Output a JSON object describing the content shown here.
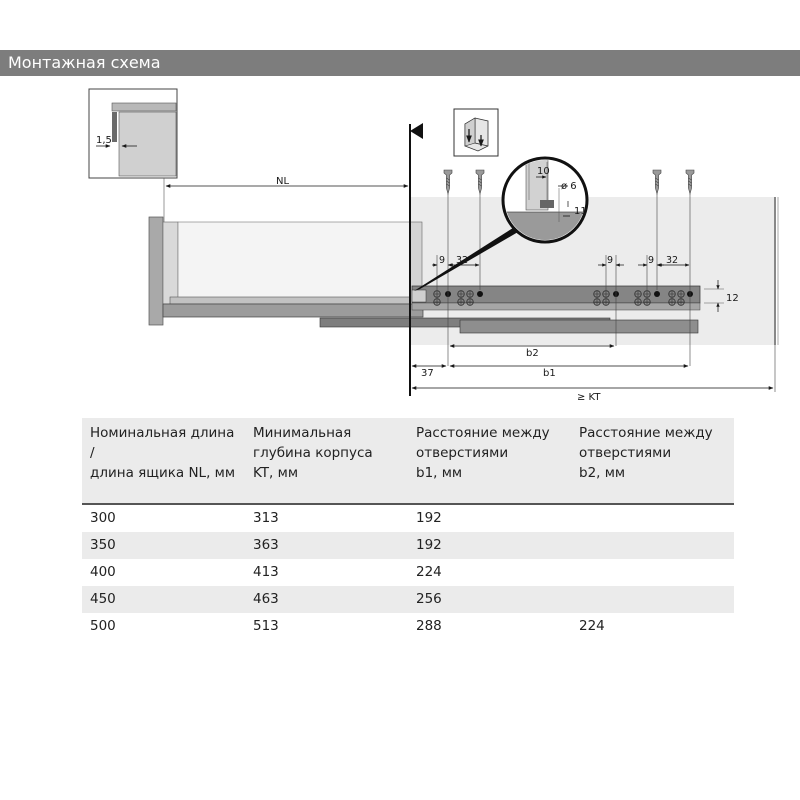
{
  "header": {
    "title": "Монтажная схема"
  },
  "diagram": {
    "labels": {
      "inset_gap": "1,5",
      "nl": "NL",
      "pitch_left_a": "9",
      "pitch_left_b": "32",
      "pitch_right_a": "9",
      "pitch_right_b": "9",
      "pitch_right_c": "32",
      "height_12": "12",
      "offset_37": "37",
      "b2": "b2",
      "b1": "b1",
      "kt": "≥ KT",
      "detail_10": "10",
      "detail_d6": "ø 6",
      "detail_11": "11"
    },
    "icons": [
      "cabinet-corner-icon",
      "front-plane-arrow-icon",
      "screw-icon"
    ]
  },
  "table": {
    "headers": [
      [
        "Номинальная длина /",
        "длина ящика NL, мм"
      ],
      [
        "Минимальная",
        "глубина корпуса",
        "KT, мм"
      ],
      [
        "Расстояние между",
        "отверстиями",
        "b1, мм"
      ],
      [
        "Расстояние между",
        "отверстиями",
        "b2, мм"
      ]
    ],
    "rows": [
      [
        "300",
        "313",
        "192",
        ""
      ],
      [
        "350",
        "363",
        "192",
        ""
      ],
      [
        "400",
        "413",
        "224",
        ""
      ],
      [
        "450",
        "463",
        "256",
        ""
      ],
      [
        "500",
        "513",
        "288",
        "224"
      ]
    ]
  }
}
